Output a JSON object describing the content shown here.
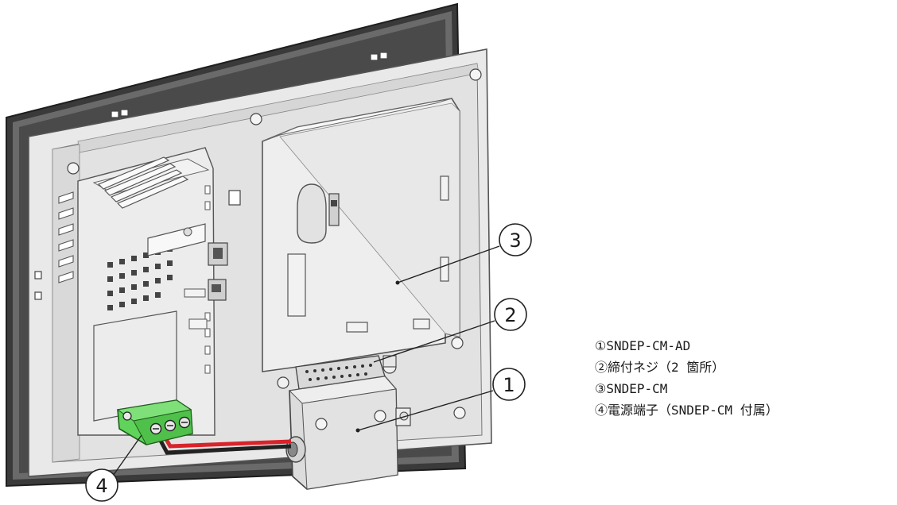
{
  "callouts": [
    {
      "number": "1",
      "label": "①SNDEP-CM-AD"
    },
    {
      "number": "2",
      "label": "②締付ネジ（2 箇所）"
    },
    {
      "number": "3",
      "label": "③SNDEP-CM"
    },
    {
      "number": "4",
      "label": "④電源端子（SNDEP-CM 付属）"
    }
  ],
  "colors": {
    "terminal_green": "#5fd35a",
    "wire_red": "#d9232a",
    "wire_black": "#222222",
    "bezel": "#3a3a3a",
    "housing": "#e6e6e6",
    "outline": "#555555"
  }
}
